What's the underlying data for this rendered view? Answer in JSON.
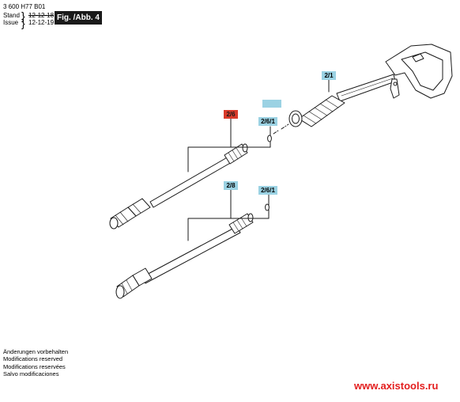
{
  "header": {
    "doc_number": "3 600 H77 B01",
    "stand_label": "Stand",
    "stand_date": "12-12-18",
    "issue_label": "Issue",
    "issue_date": "12-12-19",
    "brace": "}",
    "figure_title": "Fig. /Abb. 4"
  },
  "labels": {
    "gun": "2/1",
    "lance_top": "2/6",
    "oring_top": "2/6/1",
    "lance_bottom": "2/8",
    "oring_bottom": "2/6/1",
    "empty_box": ""
  },
  "colors": {
    "label_blue": "#9bd2e3",
    "label_red": "#d93a2a",
    "website_red": "#e31d1d"
  },
  "footer_notes": [
    "Änderungen vorbehalten",
    "Modifications reserved",
    "Modifications reservées",
    "Salvo modificaciones"
  ],
  "website": "www.axistools.ru"
}
